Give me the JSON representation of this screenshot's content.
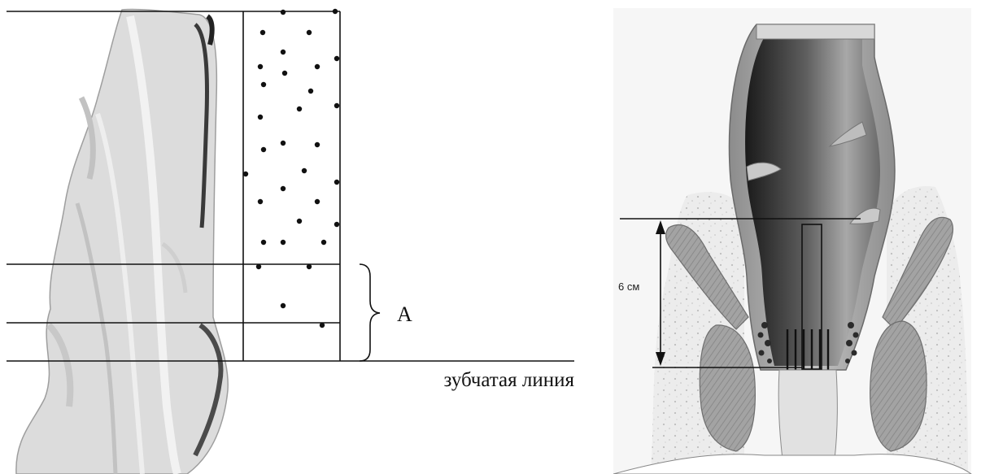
{
  "left_panel": {
    "bracket_label": "A",
    "dentate_line_label": "зубчатая линия",
    "dot_count_upper": 30,
    "dot_count_lower": 4
  },
  "right_panel": {
    "measurement_label": "6 см"
  },
  "colors": {
    "line": "#111111",
    "tissue_light": "#e6e6e6",
    "tissue_mid": "#b9b9b9",
    "tissue_dark": "#4a4a4a",
    "muscle": "#9a9a9a",
    "lumen_dark": "#1e1e1e"
  }
}
